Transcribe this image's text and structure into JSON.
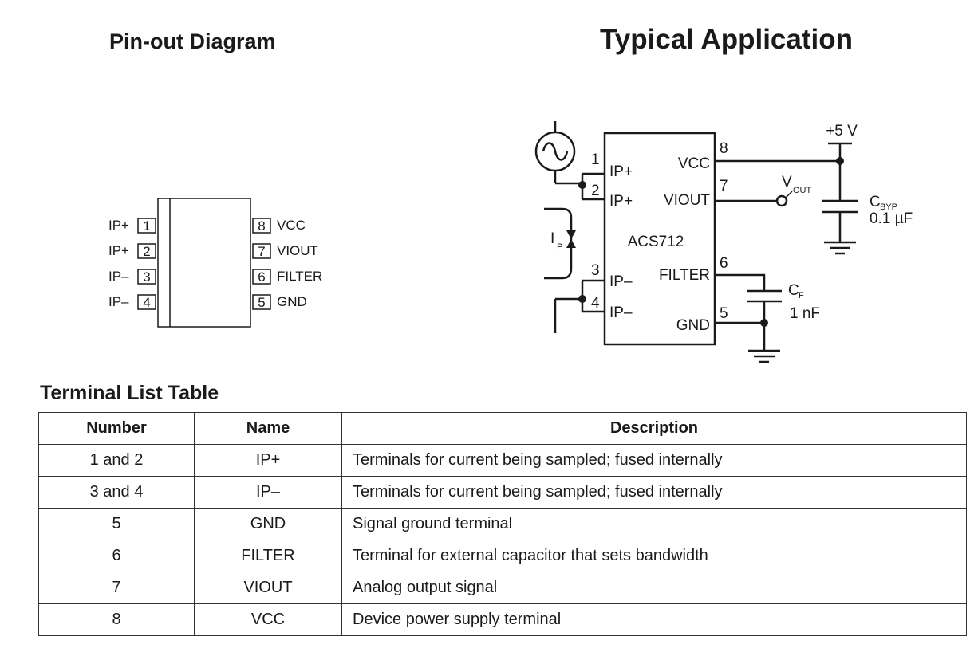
{
  "pinout": {
    "title": "Pin-out Diagram",
    "left_pins": [
      {
        "label": "IP+",
        "number": "1"
      },
      {
        "label": "IP+",
        "number": "2"
      },
      {
        "label": "IP–",
        "number": "3"
      },
      {
        "label": "IP–",
        "number": "4"
      }
    ],
    "right_pins": [
      {
        "number": "8",
        "label": "VCC"
      },
      {
        "number": "7",
        "label": "VIOUT"
      },
      {
        "number": "6",
        "label": "FILTER"
      },
      {
        "number": "5",
        "label": "GND"
      }
    ]
  },
  "application": {
    "title": "Typical Application",
    "chip_name": "ACS712",
    "pins": {
      "p1": "1",
      "p2": "2",
      "p3": "3",
      "p4": "4",
      "p5": "5",
      "p6": "6",
      "p7": "7",
      "p8": "8"
    },
    "pin_labels": {
      "ip1": "IP+",
      "ip2": "IP+",
      "in3": "IP–",
      "in4": "IP–",
      "vcc": "VCC",
      "viout": "VIOUT",
      "filter": "FILTER",
      "gnd": "GND"
    },
    "supply": "+5 V",
    "vout": {
      "main": "V",
      "sub": "OUT"
    },
    "current": {
      "main": "I",
      "sub": "P"
    },
    "cbyp": {
      "main": "C",
      "sub": "BYP",
      "value": "0.1 µF"
    },
    "cf": {
      "main": "C",
      "sub": "F",
      "value": "1 nF"
    }
  },
  "terminal_table": {
    "title": "Terminal List Table",
    "headers": [
      "Number",
      "Name",
      "Description"
    ],
    "rows": [
      [
        "1 and 2",
        "IP+",
        "Terminals for current being sampled; fused internally"
      ],
      [
        "3 and 4",
        "IP–",
        "Terminals for current being sampled; fused internally"
      ],
      [
        "5",
        "GND",
        "Signal ground terminal"
      ],
      [
        "6",
        "FILTER",
        "Terminal for external capacitor that sets bandwidth"
      ],
      [
        "7",
        "VIOUT",
        "Analog output signal"
      ],
      [
        "8",
        "VCC",
        "Device power supply terminal"
      ]
    ]
  }
}
